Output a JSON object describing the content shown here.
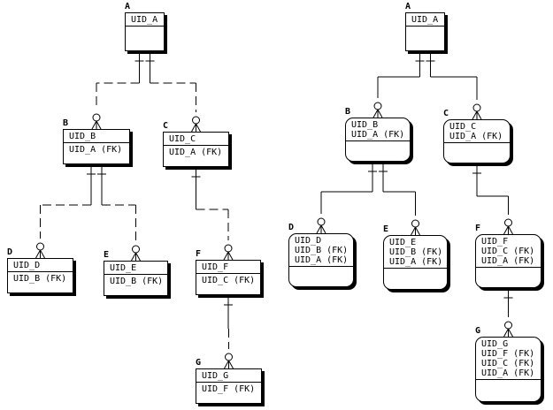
{
  "diagrams": [
    {
      "id": "left",
      "entities": [
        {
          "id": "A",
          "label": "A",
          "rounded": false,
          "pk": [
            "UID_A"
          ],
          "attrs": []
        },
        {
          "id": "B",
          "label": "B",
          "rounded": false,
          "pk": [
            "UID_B"
          ],
          "attrs": [
            "UID_A (FK)"
          ]
        },
        {
          "id": "C",
          "label": "C",
          "rounded": false,
          "pk": [
            "UID_C"
          ],
          "attrs": [
            "UID_A (FK)"
          ]
        },
        {
          "id": "D",
          "label": "D",
          "rounded": false,
          "pk": [
            "UID_D"
          ],
          "attrs": [
            "UID_B (FK)"
          ]
        },
        {
          "id": "E",
          "label": "E",
          "rounded": false,
          "pk": [
            "UID_E"
          ],
          "attrs": [
            "UID_B (FK)"
          ]
        },
        {
          "id": "F",
          "label": "F",
          "rounded": false,
          "pk": [
            "UID_F"
          ],
          "attrs": [
            "UID_C (FK)"
          ]
        },
        {
          "id": "G",
          "label": "G",
          "rounded": false,
          "pk": [
            "UID_G"
          ],
          "attrs": [
            "UID_F (FK)"
          ]
        }
      ],
      "relationships": [
        {
          "from": "A",
          "to": "B",
          "identifying": false
        },
        {
          "from": "A",
          "to": "C",
          "identifying": false
        },
        {
          "from": "B",
          "to": "D",
          "identifying": false
        },
        {
          "from": "B",
          "to": "E",
          "identifying": false
        },
        {
          "from": "C",
          "to": "F",
          "identifying": false
        },
        {
          "from": "F",
          "to": "G",
          "identifying": false
        }
      ]
    },
    {
      "id": "right",
      "entities": [
        {
          "id": "A",
          "label": "A",
          "rounded": false,
          "pk": [
            "UID_A"
          ],
          "attrs": []
        },
        {
          "id": "B",
          "label": "B",
          "rounded": true,
          "pk": [
            "UID_B",
            "UID_A (FK)"
          ],
          "attrs": []
        },
        {
          "id": "C",
          "label": "C",
          "rounded": true,
          "pk": [
            "UID_C",
            "UID_A (FK)"
          ],
          "attrs": []
        },
        {
          "id": "D",
          "label": "D",
          "rounded": true,
          "pk": [
            "UID_D",
            "UID_B (FK)",
            "UID_A (FK)"
          ],
          "attrs": []
        },
        {
          "id": "E",
          "label": "E",
          "rounded": true,
          "pk": [
            "UID_E",
            "UID_B (FK)",
            "UID_A (FK)"
          ],
          "attrs": []
        },
        {
          "id": "F",
          "label": "F",
          "rounded": true,
          "pk": [
            "UID_F",
            "UID_C (FK)",
            "UID_A (FK)"
          ],
          "attrs": []
        },
        {
          "id": "G",
          "label": "G",
          "rounded": true,
          "pk": [
            "UID_G",
            "UID_F (FK)",
            "UID_C (FK)",
            "UID_A (FK)"
          ],
          "attrs": []
        }
      ],
      "relationships": [
        {
          "from": "A",
          "to": "B",
          "identifying": true
        },
        {
          "from": "A",
          "to": "C",
          "identifying": true
        },
        {
          "from": "B",
          "to": "D",
          "identifying": true
        },
        {
          "from": "B",
          "to": "E",
          "identifying": true
        },
        {
          "from": "C",
          "to": "F",
          "identifying": true
        },
        {
          "from": "F",
          "to": "G",
          "identifying": true
        }
      ]
    }
  ]
}
